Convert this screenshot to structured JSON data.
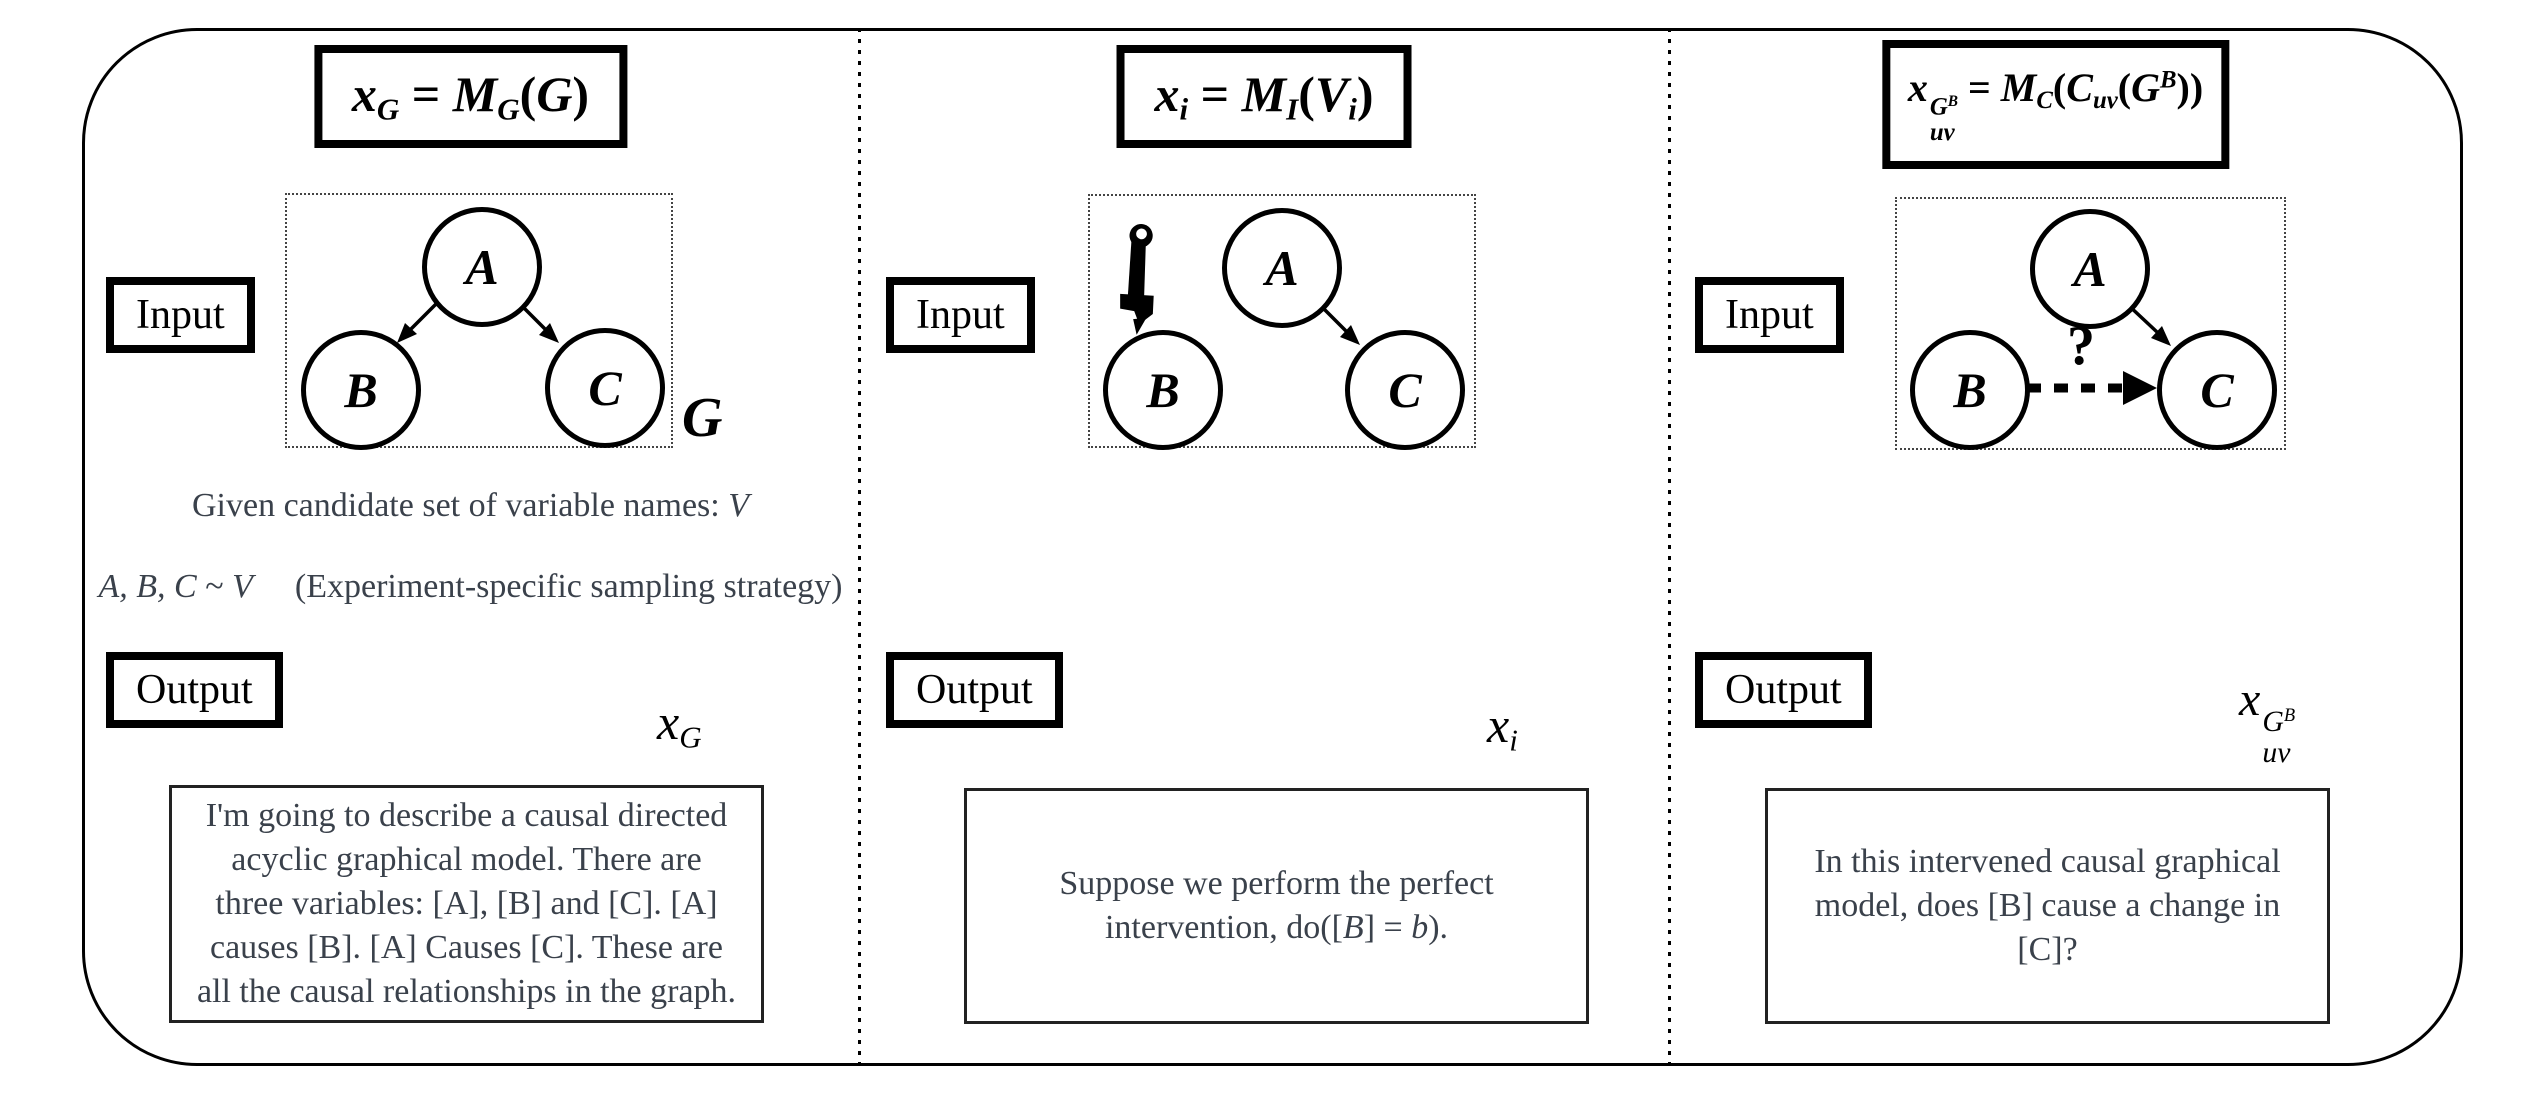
{
  "colors": {
    "ink": "#000000",
    "body_text": "#3a414b",
    "background": "#ffffff"
  },
  "panels": [
    {
      "name": "graph-description",
      "title_formula": [
        {
          "t": "x",
          "s": "i"
        },
        {
          "t": "G",
          "s": "sub"
        },
        {
          "t": " = ",
          "s": "n"
        },
        {
          "t": "M",
          "s": "i"
        },
        {
          "t": "G",
          "s": "sub"
        },
        {
          "t": "(",
          "s": "n"
        },
        {
          "t": "G",
          "s": "i"
        },
        {
          "t": ")",
          "s": "n"
        }
      ],
      "input_label": "Input",
      "output_label": "Output",
      "graph": {
        "node_a": "A",
        "node_b": "B",
        "node_c": "C",
        "label": "G"
      },
      "candidate_line": [
        {
          "t": "Given candidate set of variable names: ",
          "s": "n"
        },
        {
          "t": "V",
          "s": "scr"
        }
      ],
      "sampling_line": [
        {
          "t": "A, B, C",
          "s": "i"
        },
        {
          "t": " ~ ",
          "s": "n"
        },
        {
          "t": "V",
          "s": "scr"
        },
        {
          "t": "(Experiment-specific sampling strategy)",
          "s": "note"
        }
      ],
      "output_var": [
        {
          "t": "x",
          "s": "i"
        },
        {
          "t": "G",
          "s": "sub"
        }
      ],
      "output_text": "I'm going to describe a causal directed acyclic graphical model. There are three variables: [A], [B] and [C]. [A] causes [B]. [A] Causes [C]. These are all the causal relationships in the graph."
    },
    {
      "name": "intervention",
      "title_formula": [
        {
          "t": "x",
          "s": "i"
        },
        {
          "t": "i",
          "s": "sub"
        },
        {
          "t": " = ",
          "s": "n"
        },
        {
          "t": "M",
          "s": "i"
        },
        {
          "t": "I",
          "s": "sub"
        },
        {
          "t": "(",
          "s": "n"
        },
        {
          "t": "V",
          "s": "i"
        },
        {
          "t": "i",
          "s": "sub"
        },
        {
          "t": ")",
          "s": "n"
        }
      ],
      "input_label": "Input",
      "output_label": "Output",
      "graph": {
        "node_a": "A",
        "node_b": "B",
        "node_c": "C"
      },
      "output_var": [
        {
          "t": "x",
          "s": "i"
        },
        {
          "t": "i",
          "s": "sub"
        }
      ],
      "output_text_parts": [
        {
          "t": "Suppose we perform the perfect intervention, do([",
          "s": "n"
        },
        {
          "t": "B",
          "s": "i"
        },
        {
          "t": "] = ",
          "s": "n"
        },
        {
          "t": "b",
          "s": "i"
        },
        {
          "t": ").",
          "s": "n"
        }
      ]
    },
    {
      "name": "causal-query",
      "title_formula": [
        {
          "t": "x",
          "s": "i"
        },
        {
          "s": "stack",
          "sup": [
            {
              "t": "G",
              "s": "i"
            },
            {
              "t": "B",
              "s": "sup"
            }
          ],
          "sub": [
            {
              "t": "uv",
              "s": "i"
            }
          ]
        },
        {
          "t": " = ",
          "s": "n"
        },
        {
          "t": "M",
          "s": "i"
        },
        {
          "t": "C",
          "s": "sub"
        },
        {
          "t": "(",
          "s": "n"
        },
        {
          "t": "C",
          "s": "i"
        },
        {
          "t": "uv",
          "s": "sub"
        },
        {
          "t": "(",
          "s": "n"
        },
        {
          "t": "G",
          "s": "i"
        },
        {
          "t": "B",
          "s": "sup"
        },
        {
          "t": "))",
          "s": "n"
        }
      ],
      "input_label": "Input",
      "output_label": "Output",
      "graph": {
        "node_a": "A",
        "node_b": "B",
        "node_c": "C",
        "query_mark": "?"
      },
      "output_var": [
        {
          "t": "x",
          "s": "i"
        },
        {
          "s": "stack",
          "sup": [
            {
              "t": "G",
              "s": "i"
            },
            {
              "t": "B",
              "s": "sup"
            }
          ],
          "sub": [
            {
              "t": "uv",
              "s": "i"
            }
          ]
        }
      ],
      "output_text": "In this intervened causal graphical model, does [B] cause a change in [C]?"
    }
  ]
}
